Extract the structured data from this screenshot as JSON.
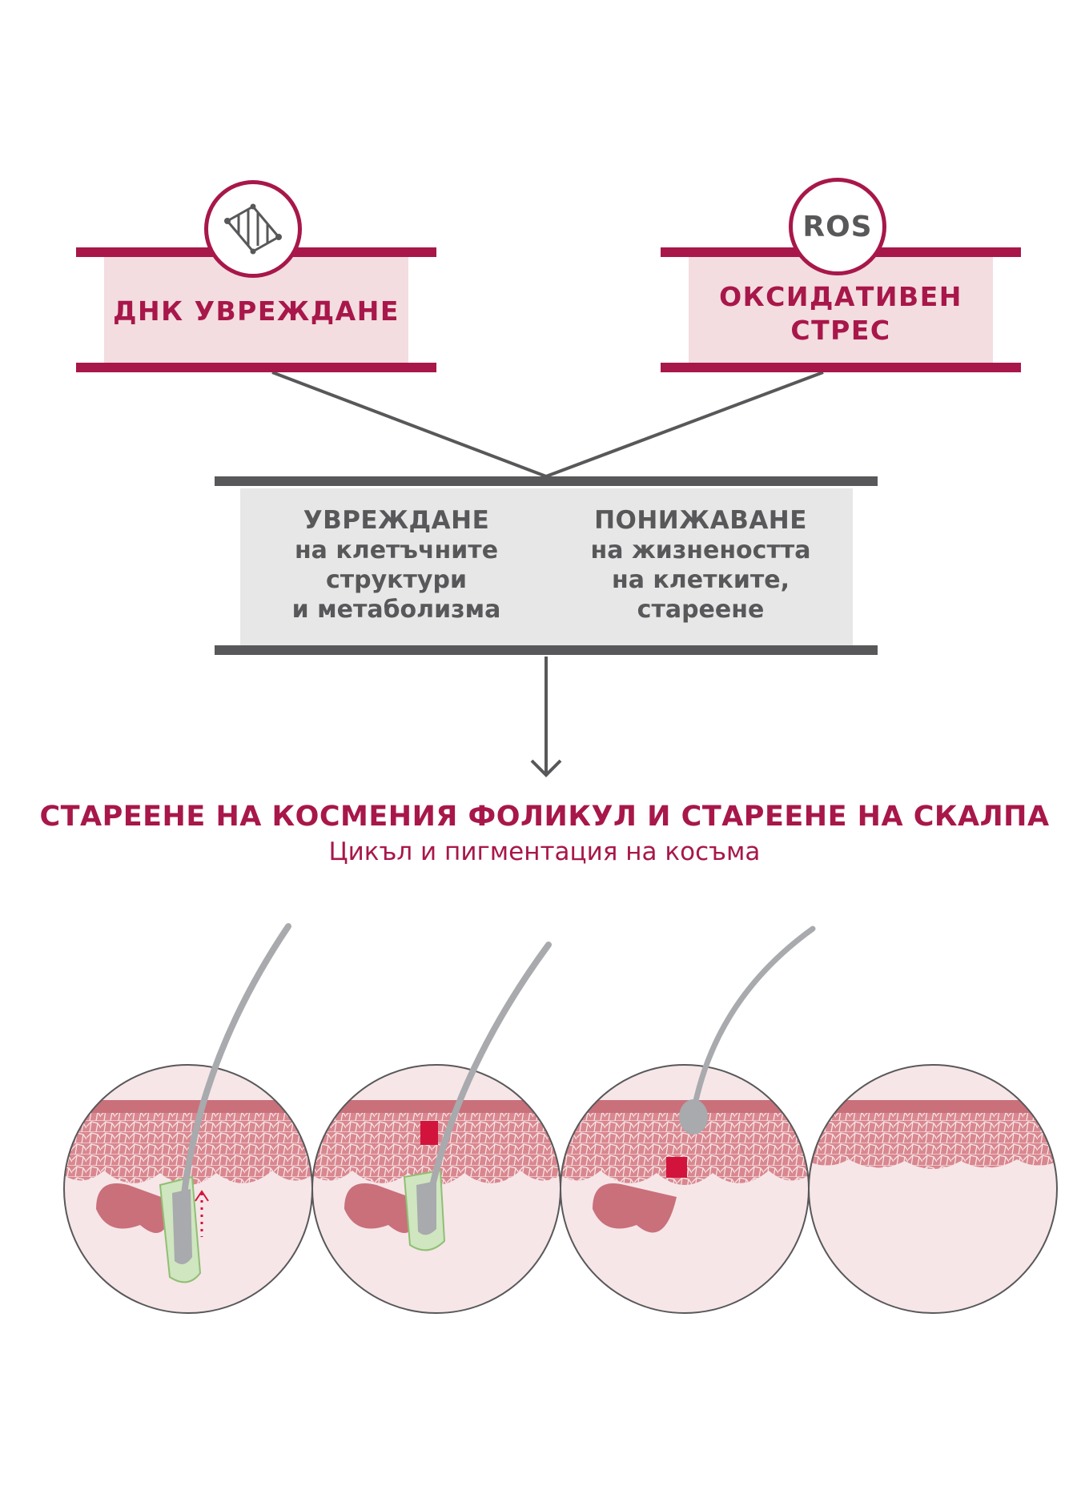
{
  "top_left": {
    "label": "ДНК УВРЕЖДАНЕ",
    "icon": "dna-icon"
  },
  "top_right": {
    "label": "ОКСИДАТИВЕН\nСТРЕС",
    "badge": "ROS"
  },
  "middle": {
    "left": {
      "head": "УВРЕЖДАНЕ",
      "body": "на клетъчните\nструктури\nи метаболизма"
    },
    "right": {
      "head": "ПОНИЖАВАНЕ",
      "body": "на жизнеността\nна клетките,\nстареене"
    }
  },
  "result": {
    "title": "СТАРЕЕНЕ НА КОСМЕНИЯ ФОЛИКУЛ И СТАРЕЕНЕ НА СКАЛПА",
    "subtitle": "Цикъл и пигментация на косъма"
  },
  "colors": {
    "accent": "#a8174a",
    "grey": "#58585a",
    "pink_fill": "#f3dde0",
    "grey_fill": "#e7e7e8"
  },
  "illustrations": [
    {
      "name": "follicle-stage-1"
    },
    {
      "name": "follicle-stage-2"
    },
    {
      "name": "follicle-stage-3"
    },
    {
      "name": "follicle-stage-4"
    }
  ]
}
